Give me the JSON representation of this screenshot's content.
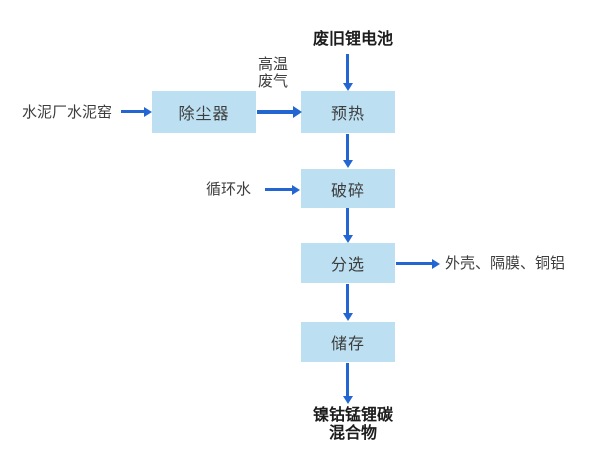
{
  "diagram": {
    "title": "废旧锂电池",
    "boxes": [
      {
        "id": "dust-remover",
        "label": "除尘器"
      },
      {
        "id": "preheat",
        "label": "预热"
      },
      {
        "id": "crush",
        "label": "破碎"
      },
      {
        "id": "sort",
        "label": "分选"
      },
      {
        "id": "store",
        "label": "储存"
      }
    ],
    "labels": {
      "cement_kiln": "水泥厂水泥窑",
      "hot_gas": "高温\n废气",
      "recycled_water": "循环水",
      "sort_output": "外壳、隔膜、铜铝",
      "final_product": "镍钴锰锂碳\n混合物"
    },
    "colors": {
      "box_fill": "#BCE0F2",
      "arrow": "#2366D1",
      "text": "#3D3D3D",
      "bold_text": "#1C1C1C",
      "background": "#FFFFFF"
    }
  }
}
